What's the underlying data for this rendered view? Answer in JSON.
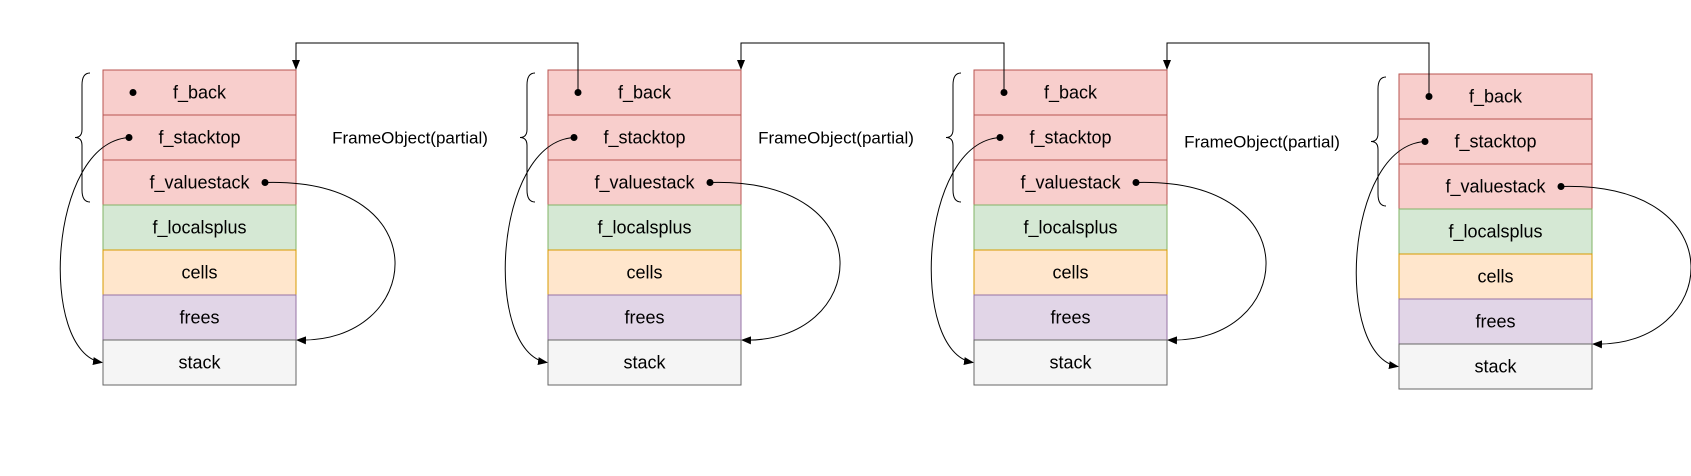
{
  "diagram": {
    "frame_label": "FrameObject(partial)",
    "cells": [
      {
        "key": "f_back",
        "label": "f_back",
        "fill": "#f8cecc",
        "stroke": "#b85450"
      },
      {
        "key": "f_stacktop",
        "label": "f_stacktop",
        "fill": "#f8cecc",
        "stroke": "#b85450"
      },
      {
        "key": "f_valuestack",
        "label": "f_valuestack",
        "fill": "#f8cecc",
        "stroke": "#b85450"
      },
      {
        "key": "f_localsplus",
        "label": "f_localsplus",
        "fill": "#d5e8d4",
        "stroke": "#82b366"
      },
      {
        "key": "cells",
        "label": "cells",
        "fill": "#ffe6cc",
        "stroke": "#d79b00"
      },
      {
        "key": "frees",
        "label": "frees",
        "fill": "#e1d5e7",
        "stroke": "#9673a6"
      },
      {
        "key": "stack",
        "label": "stack",
        "fill": "#f5f5f5",
        "stroke": "#666666"
      }
    ],
    "frame_count": 4,
    "line_color": "#000000"
  }
}
